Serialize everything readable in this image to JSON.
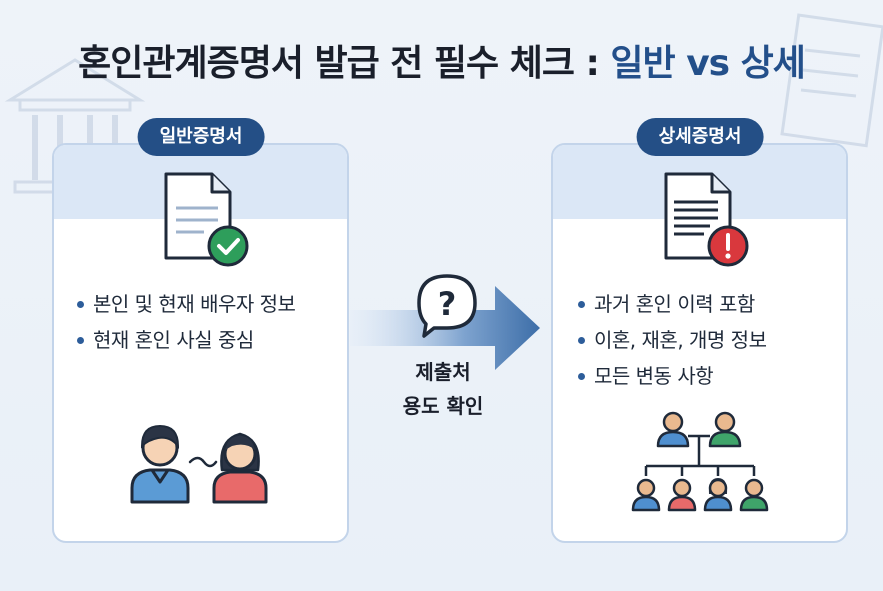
{
  "title": {
    "main": "혼인관계증명서 발급 전 필수 체크 :",
    "accent": "일반 vs 상세"
  },
  "left_card": {
    "label": "일반증명서",
    "bullets": [
      "본인 및 현재 배우자 정보",
      "현재 혼인 사실 중심"
    ]
  },
  "right_card": {
    "label": "상세증명서",
    "bullets": [
      "과거 혼인 이력 포함",
      "이혼, 재혼, 개명 정보",
      "모든 변동 사항"
    ]
  },
  "center": {
    "icon_text": "?",
    "line1": "제출처",
    "line2": "용도 확인"
  },
  "icons": {
    "left_document": "document-check-icon",
    "right_document": "document-alert-icon",
    "center_question": "question-bubble-icon",
    "left_people": "couple-icon",
    "right_people": "family-tree-icon"
  },
  "colors": {
    "accent": "#234f8a",
    "pill": "#244f86",
    "check": "#2e9e5b",
    "alert": "#d9383d"
  }
}
